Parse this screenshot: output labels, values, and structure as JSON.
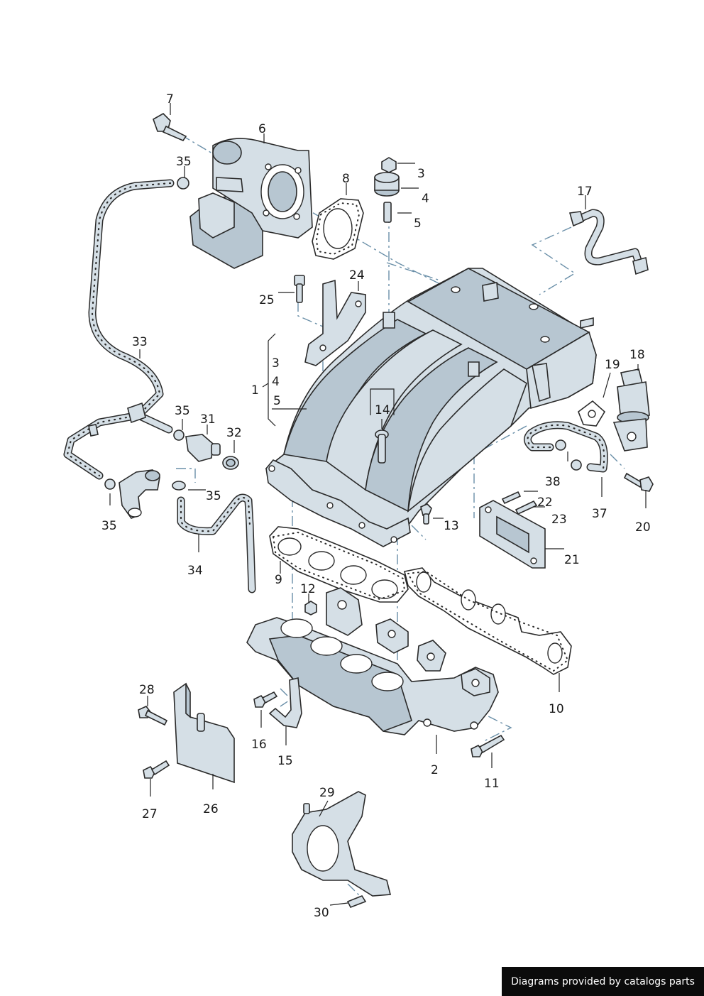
{
  "labels": {
    "l1": "1",
    "l2": "2",
    "l3a": "3",
    "l3b": "3",
    "l4a": "4",
    "l4b": "4",
    "l5a": "5",
    "l5b": "5",
    "l6": "6",
    "l7": "7",
    "l8": "8",
    "l9": "9",
    "l10": "10",
    "l11": "11",
    "l12": "12",
    "l13": "13",
    "l14": "14",
    "l15": "15",
    "l16": "16",
    "l17": "17",
    "l18": "18",
    "l19": "19",
    "l20": "20",
    "l21": "21",
    "l22": "22",
    "l23": "23",
    "l24": "24",
    "l25": "25",
    "l26": "26",
    "l27": "27",
    "l28": "28",
    "l29": "29",
    "l30": "30",
    "l31": "31",
    "l32": "32",
    "l33": "33",
    "l34": "34",
    "l35a": "35",
    "l35b": "35",
    "l35c": "35",
    "l35d": "35",
    "l37": "37",
    "l38": "38"
  },
  "footer": {
    "text": "Diagrams provided by catalogs parts"
  },
  "colors": {
    "part_fill": "#d5dfe6",
    "part_shade": "#b7c6d1",
    "outline": "#2a2a2a",
    "centerline": "#6a8fa8"
  }
}
